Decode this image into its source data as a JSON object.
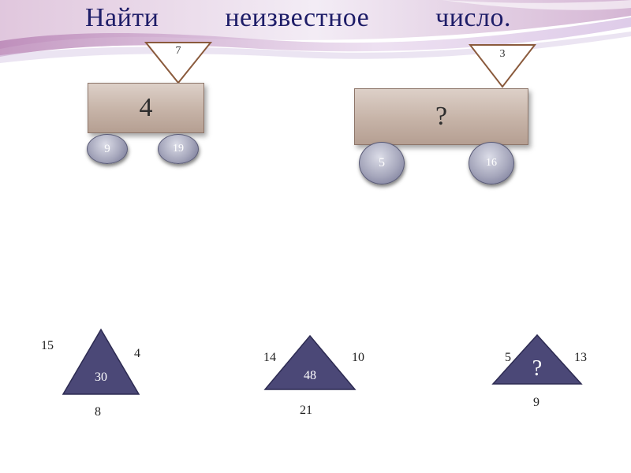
{
  "title": {
    "word1": "Найти",
    "word2": "неизвестное",
    "word3": "число."
  },
  "cart1": {
    "body": "4",
    "top": "7",
    "wheel_left": "9",
    "wheel_right": "19"
  },
  "cart2": {
    "body": "?",
    "top": "3",
    "wheel_left": "5",
    "wheel_right": "16"
  },
  "triangles": [
    {
      "center": "30",
      "left": "15",
      "right": "4",
      "bottom": "8"
    },
    {
      "center": "48",
      "left": "14",
      "right": "10",
      "bottom": "21"
    },
    {
      "center": "?",
      "left": "5",
      "right": "13",
      "bottom": "9"
    }
  ],
  "colors": {
    "title": "#1e1d68",
    "triangle_fill": "#4b4877",
    "flag_stroke": "#8a5a3c",
    "wave_pink": "#c9a0c4",
    "wave_lilac": "#d8cdea"
  }
}
